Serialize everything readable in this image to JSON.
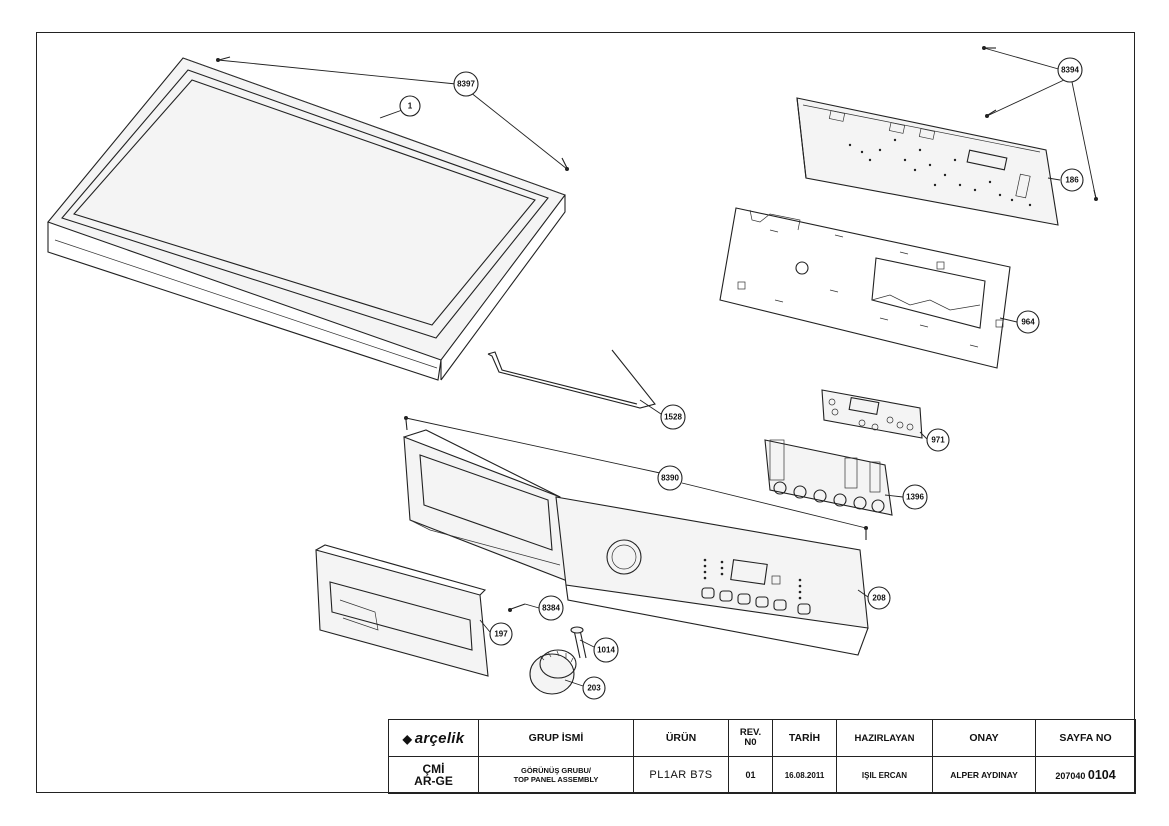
{
  "callouts": {
    "c8397": "8397",
    "c1": "1",
    "c8394": "8394",
    "c186": "186",
    "c964": "964",
    "c1528": "1528",
    "c971": "971",
    "c1396": "1396",
    "c8390": "8390",
    "c208": "208",
    "c8384": "8384",
    "c197": "197",
    "c1014": "1014",
    "c203": "203"
  },
  "title_block": {
    "brand": "arçelik",
    "headers": {
      "group_name": "GRUP İSMİ",
      "product": "ÜRÜN",
      "rev_no": "REV.\nN0",
      "date": "TARİH",
      "prepared_by": "HAZIRLAYAN",
      "approval": "ONAY",
      "page_no": "SAYFA NO"
    },
    "values": {
      "department_line1": "ÇMİ",
      "department_line2": "AR-GE",
      "group_name_line1": "GÖRÜNÜŞ GRUBU/",
      "group_name_line2": "TOP PANEL ASSEMBLY",
      "product": "PL1AR B7S",
      "rev_no": "01",
      "date": "16.08.2011",
      "prepared_by": "IŞIL ERCAN",
      "approval": "ALPER AYDINAY",
      "page_prefix": "207040",
      "page_number": "0104"
    }
  },
  "colors": {
    "line": "#222222",
    "background": "#ffffff"
  }
}
